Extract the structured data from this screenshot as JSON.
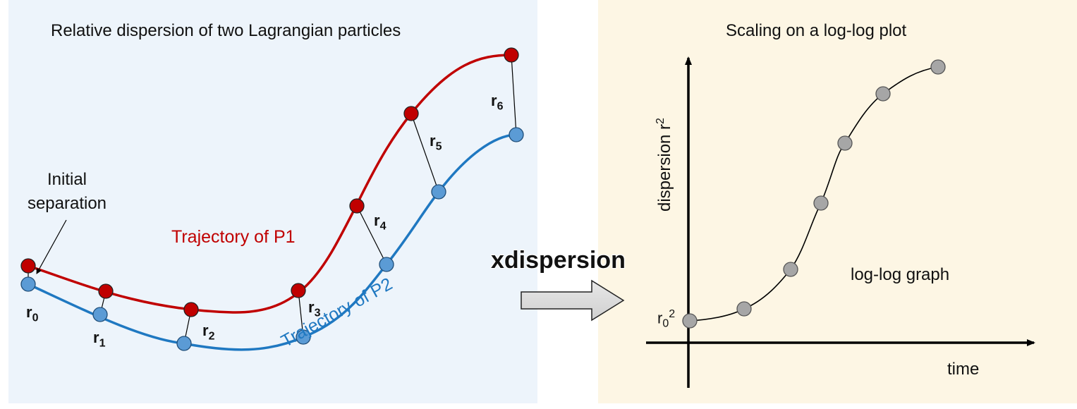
{
  "left": {
    "title": "Relative dispersion of two Lagrangian particles",
    "initial_label_line1": "Initial",
    "initial_label_line2": "separation",
    "p1_label": "Trajectory of P1",
    "p2_label": "Trajectory of P2",
    "r_labels": [
      "r",
      "r",
      "r",
      "r",
      "r",
      "r",
      "r"
    ],
    "r_subscripts": [
      "0",
      "1",
      "2",
      "3",
      "4",
      "5",
      "6"
    ]
  },
  "middle": {
    "arrow_label": "xdispersion"
  },
  "right": {
    "title": "Scaling on a log-log plot",
    "y_axis_label": "dispersion r",
    "y_axis_superscript": "2",
    "x_axis_label": "time",
    "graph_note": "log-log graph",
    "origin_label": "r",
    "origin_subscript": "0",
    "origin_superscript": "2"
  },
  "colors": {
    "left_bg": "#edf4fb",
    "right_bg": "#fdf6e4",
    "p1": "#c00000",
    "p2": "#1f78c1",
    "p1_point": "#c00000",
    "p2_point": "#5b9bd5",
    "graph_point": "#a6a6a6"
  }
}
